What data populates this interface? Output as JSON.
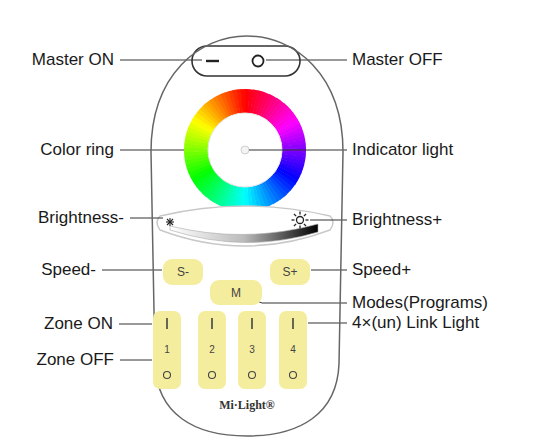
{
  "diagram": {
    "nodes": [
      {
        "text": [
          "Mi·Light®"
        ]
      },
      {
        "text": [
          "S-"
        ],
        "in": 0
      },
      {
        "text": [
          "M"
        ],
        "in": 0
      },
      {
        "text": [
          "S+"
        ],
        "in": 0
      },
      {
        "text": [
          "1"
        ],
        "in": 0
      },
      {
        "text": [
          "2"
        ],
        "in": 0
      },
      {
        "text": [
          "3"
        ],
        "in": 0
      },
      {
        "text": [
          "4"
        ],
        "in": 0
      }
    ],
    "labels": [
      "Master ON",
      "Master OFF",
      "Color ring",
      "Indicator light",
      "Brightness-",
      "Brightness+",
      "Speed-",
      "Speed+",
      "Modes(Programs)",
      "Zone ON",
      "4×(un) Link Light",
      "Zone OFF"
    ]
  }
}
